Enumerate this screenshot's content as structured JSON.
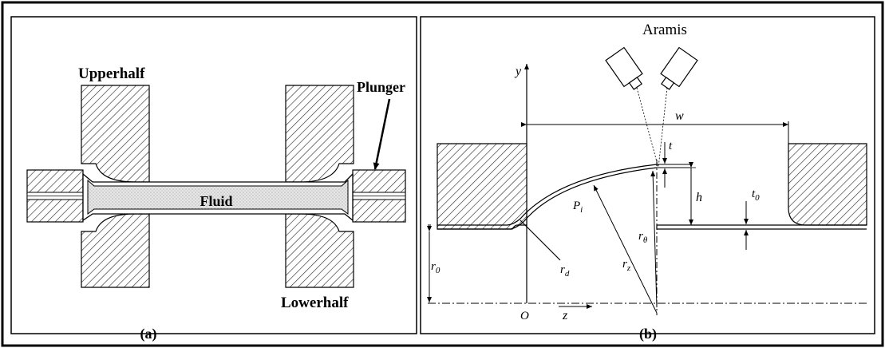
{
  "panel_a": {
    "caption": "(a)",
    "labels": {
      "upper_half": "Upperhalf",
      "plunger": "Plunger",
      "fluid": "Fluid",
      "lower_half": "Lowerhalf"
    }
  },
  "panel_b": {
    "caption": "(b)",
    "labels": {
      "aramis": "Aramis",
      "y": "y",
      "z": "z",
      "origin": "O",
      "w": "w",
      "t": "t",
      "t0_base": "t",
      "t0_sub": "0",
      "h": "h",
      "r0_base": "r",
      "r0_sub": "0",
      "rd_base": "r",
      "rd_sub": "d",
      "rz_base": "r",
      "rz_sub": "z",
      "rtheta_base": "r",
      "rtheta_sub": "θ",
      "pi_base": "P",
      "pi_sub": "i"
    }
  }
}
